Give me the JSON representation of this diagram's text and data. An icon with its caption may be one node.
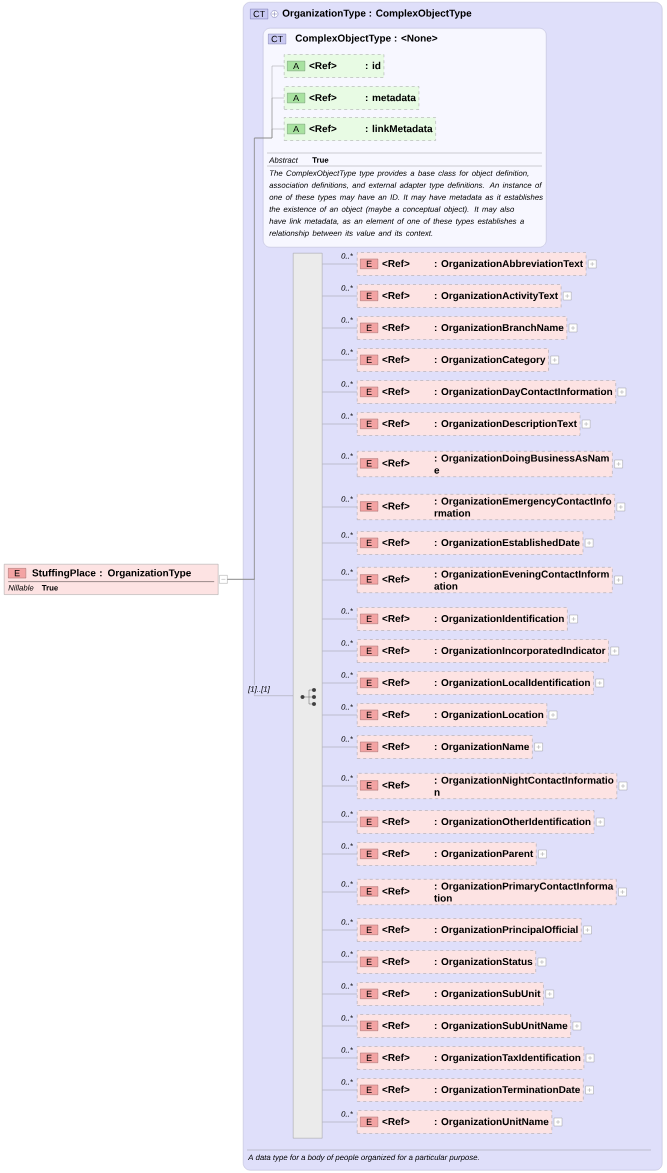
{
  "diagram": {
    "nodes": [
      {
        "text": [
          "E",
          "StuffingPlace : OrganizationType",
          "Nillable",
          "True"
        ]
      },
      {
        "text": [
          "CT",
          "OrganizationType : ComplexObjectType",
          "A data type for a body of people organized for a particular purpose."
        ]
      },
      {
        "text": [
          "CT",
          "ComplexObjectType : <None>",
          "Abstract",
          "True",
          "The ComplexObjectType type provides a base class for object definition, association definitions, and external adapter type definitions. An instance of one of these types may have an ID. It may have metadata as it establishes the existence of an object (maybe a conceptual object). It may also have link metadata, as an element of one of these types establishes a relationship between its value and its context."
        ],
        "in": 1
      },
      {
        "text": [
          "A",
          "<Ref>",
          ": id"
        ],
        "in": 2
      },
      {
        "text": [
          "A",
          "<Ref>",
          ": metadata"
        ],
        "in": 2
      },
      {
        "text": [
          "A",
          "<Ref>",
          ": linkMetadata"
        ],
        "in": 2
      },
      {
        "text": [],
        "shape": "bar",
        "in": 1
      },
      {
        "text": [
          "E",
          "<Ref>",
          ": OrganizationAbbreviationText"
        ],
        "in": 1
      },
      {
        "text": [
          "E",
          "<Ref>",
          ": OrganizationActivityText"
        ],
        "in": 1
      },
      {
        "text": [
          "E",
          "<Ref>",
          ": OrganizationBranchName"
        ],
        "in": 1
      },
      {
        "text": [
          "E",
          "<Ref>",
          ": OrganizationCategory"
        ],
        "in": 1
      },
      {
        "text": [
          "E",
          "<Ref>",
          ": OrganizationDayContactInformation"
        ],
        "in": 1
      },
      {
        "text": [
          "E",
          "<Ref>",
          ": OrganizationDescriptionText"
        ],
        "in": 1
      },
      {
        "text": [
          "E",
          "<Ref>",
          ": OrganizationDoingBusinessAsNam e"
        ],
        "in": 1
      },
      {
        "text": [
          "E",
          "<Ref>",
          ": OrganizationEmergencyContactInfo rmation"
        ],
        "in": 1
      },
      {
        "text": [
          "E",
          "<Ref>",
          ": OrganizationEstablishedDate"
        ],
        "in": 1
      },
      {
        "text": [
          "E",
          "<Ref>",
          ": OrganizationEveningContactInform ation"
        ],
        "in": 1
      },
      {
        "text": [
          "E",
          "<Ref>",
          ": OrganizationIdentification"
        ],
        "in": 1
      },
      {
        "text": [
          "E",
          "<Ref>",
          ": OrganizationIncorporatedIndicator"
        ],
        "in": 1
      },
      {
        "text": [
          "E",
          "<Ref>",
          ": OrganizationLocalIdentification"
        ],
        "in": 1
      },
      {
        "text": [
          "E",
          "<Ref>",
          ": OrganizationLocation"
        ],
        "in": 1
      },
      {
        "text": [
          "E",
          "<Ref>",
          ": OrganizationName"
        ],
        "in": 1
      },
      {
        "text": [
          "E",
          "<Ref>",
          ": OrganizationNightContactInformatio n"
        ],
        "in": 1
      },
      {
        "text": [
          "E",
          "<Ref>",
          ": OrganizationOtherIdentification"
        ],
        "in": 1
      },
      {
        "text": [
          "E",
          "<Ref>",
          ": OrganizationParent"
        ],
        "in": 1
      },
      {
        "text": [
          "E",
          "<Ref>",
          ": OrganizationPrimaryContactInforma tion"
        ],
        "in": 1
      },
      {
        "text": [
          "E",
          "<Ref>",
          ": OrganizationPrincipalOfficial"
        ],
        "in": 1
      },
      {
        "text": [
          "E",
          "<Ref>",
          ": OrganizationStatus"
        ],
        "in": 1
      },
      {
        "text": [
          "E",
          "<Ref>",
          ": OrganizationSubUnit"
        ],
        "in": 1
      },
      {
        "text": [
          "E",
          "<Ref>",
          ": OrganizationSubUnitName"
        ],
        "in": 1
      },
      {
        "text": [
          "E",
          "<Ref>",
          ": OrganizationTaxIdentification"
        ],
        "in": 1
      },
      {
        "text": [
          "E",
          "<Ref>",
          ": OrganizationTerminationDate"
        ],
        "in": 1
      },
      {
        "text": [
          "E",
          "<Ref>",
          ": OrganizationUnitName"
        ],
        "in": 1
      }
    ],
    "edges": [
      {
        "from": 0,
        "to": 3,
        "arrow": "none"
      },
      {
        "from": 0,
        "to": 4,
        "arrow": "none"
      },
      {
        "from": 0,
        "to": 5,
        "arrow": "none"
      },
      {
        "from": 0,
        "to": 6,
        "arrow": "none",
        "label": "[1]..[1]"
      },
      {
        "from": 6,
        "to": 7,
        "arrow": "none",
        "label": "0..*"
      },
      {
        "from": 6,
        "to": 8,
        "arrow": "none",
        "label": "0..*"
      },
      {
        "from": 6,
        "to": 9,
        "arrow": "none",
        "label": "0..*"
      },
      {
        "from": 6,
        "to": 10,
        "arrow": "none",
        "label": "0..*"
      },
      {
        "from": 6,
        "to": 11,
        "arrow": "none",
        "label": "0..*"
      },
      {
        "from": 6,
        "to": 12,
        "arrow": "none",
        "label": "0..*"
      },
      {
        "from": 6,
        "to": 13,
        "arrow": "none",
        "label": "0..*"
      },
      {
        "from": 6,
        "to": 14,
        "arrow": "none",
        "label": "0..*"
      },
      {
        "from": 6,
        "to": 15,
        "arrow": "none",
        "label": "0..*"
      },
      {
        "from": 6,
        "to": 16,
        "arrow": "none",
        "label": "0..*"
      },
      {
        "from": 6,
        "to": 17,
        "arrow": "none",
        "label": "0..*"
      },
      {
        "from": 6,
        "to": 18,
        "arrow": "none",
        "label": "0..*"
      },
      {
        "from": 6,
        "to": 19,
        "arrow": "none",
        "label": "0..*"
      },
      {
        "from": 6,
        "to": 20,
        "arrow": "none",
        "label": "0..*"
      },
      {
        "from": 6,
        "to": 21,
        "arrow": "none",
        "label": "0..*"
      },
      {
        "from": 6,
        "to": 22,
        "arrow": "none",
        "label": "0..*"
      },
      {
        "from": 6,
        "to": 23,
        "arrow": "none",
        "label": "0..*"
      },
      {
        "from": 6,
        "to": 24,
        "arrow": "none",
        "label": "0..*"
      },
      {
        "from": 6,
        "to": 25,
        "arrow": "none",
        "label": "0..*"
      },
      {
        "from": 6,
        "to": 26,
        "arrow": "none",
        "label": "0..*"
      },
      {
        "from": 6,
        "to": 27,
        "arrow": "none",
        "label": "0..*"
      },
      {
        "from": 6,
        "to": 28,
        "arrow": "none",
        "label": "0..*"
      },
      {
        "from": 6,
        "to": 29,
        "arrow": "none",
        "label": "0..*"
      },
      {
        "from": 6,
        "to": 30,
        "arrow": "none",
        "label": "0..*"
      },
      {
        "from": 6,
        "to": 31,
        "arrow": "none",
        "label": "0..*"
      },
      {
        "from": 6,
        "to": 32,
        "arrow": "none",
        "label": "0..*"
      }
    ]
  }
}
